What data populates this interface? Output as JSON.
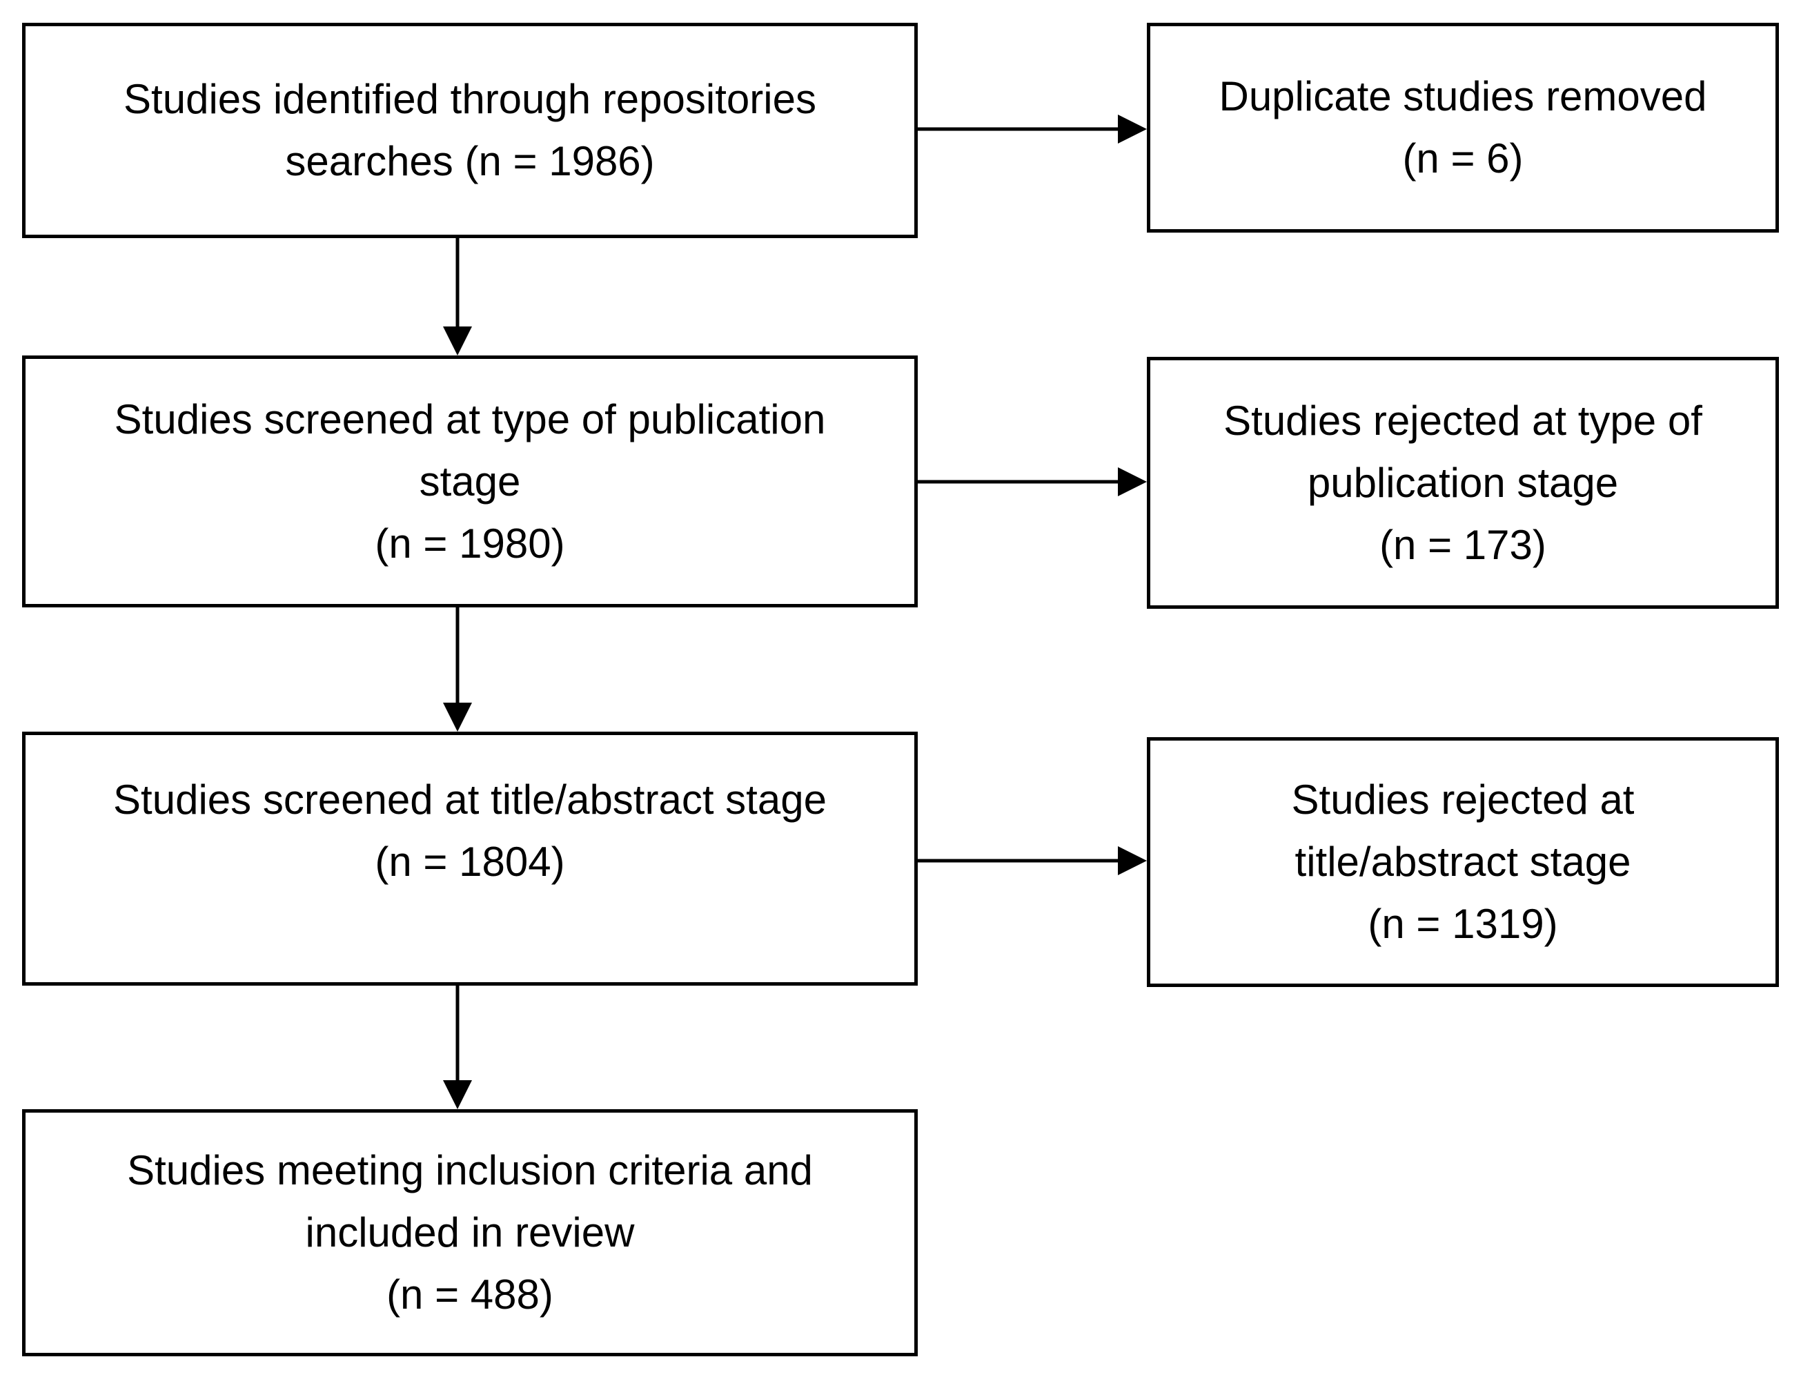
{
  "diagram": {
    "type": "flowchart",
    "background": "#ffffff",
    "colors": {
      "box_border": "#000000",
      "text": "#000000",
      "arrow": "#000000"
    },
    "boxes": [
      {
        "id": "studies-identified",
        "n": 1986,
        "lines": [
          "Studies identified through repositories",
          "searches (n = 1986)"
        ]
      },
      {
        "id": "duplicates-removed",
        "n": 6,
        "lines": [
          "Duplicate studies removed",
          "(n = 6)"
        ]
      },
      {
        "id": "screened-publication-stage",
        "n": 1980,
        "lines": [
          "Studies screened at type of publication",
          "stage",
          "(n = 1980)"
        ]
      },
      {
        "id": "rejected-publication-stage",
        "n": 173,
        "lines": [
          "Studies rejected at type of",
          "publication stage",
          "(n = 173)"
        ]
      },
      {
        "id": "screened-title-abstract-stage",
        "n": 1804,
        "lines": [
          "Studies screened at title/abstract stage",
          "(n = 1804)"
        ]
      },
      {
        "id": "rejected-title-abstract-stage",
        "n": 1319,
        "lines": [
          "Studies rejected at",
          "title/abstract stage",
          "(n = 1319)"
        ]
      },
      {
        "id": "included-in-review",
        "n": 488,
        "lines": [
          "Studies meeting inclusion criteria and",
          "included in review",
          "(n = 488)"
        ]
      }
    ],
    "edges": [
      {
        "from": "studies-identified",
        "to": "duplicates-removed",
        "direction": "right"
      },
      {
        "from": "studies-identified",
        "to": "screened-publication-stage",
        "direction": "down"
      },
      {
        "from": "screened-publication-stage",
        "to": "rejected-publication-stage",
        "direction": "right"
      },
      {
        "from": "screened-publication-stage",
        "to": "screened-title-abstract-stage",
        "direction": "down"
      },
      {
        "from": "screened-title-abstract-stage",
        "to": "rejected-title-abstract-stage",
        "direction": "right"
      },
      {
        "from": "screened-title-abstract-stage",
        "to": "included-in-review",
        "direction": "down"
      }
    ]
  }
}
